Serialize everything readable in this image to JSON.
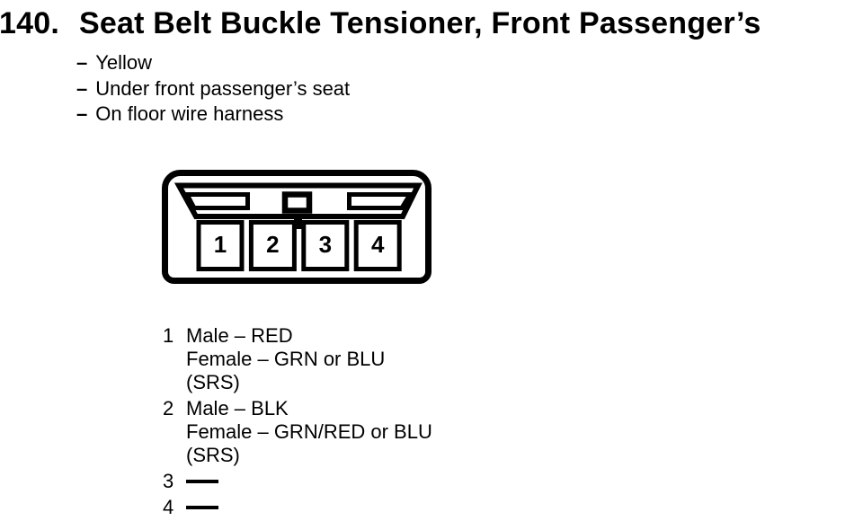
{
  "page": {
    "background": "#ffffff",
    "ink": "#000000"
  },
  "title": {
    "number": "140.",
    "text": "Seat Belt Buckle Tensioner, Front Passenger’s"
  },
  "bullet_dash": "–",
  "bullets": [
    "Yellow",
    "Under front passenger’s seat",
    "On floor wire harness"
  ],
  "connector": {
    "description": "4-pin connector, front view",
    "pins": [
      "1",
      "2",
      "3",
      "4"
    ]
  },
  "legend": {
    "entries": [
      {
        "pin": "1",
        "lines": [
          "Male – RED",
          "Female – GRN or BLU",
          "(SRS)"
        ]
      },
      {
        "pin": "2",
        "lines": [
          "Male – BLK",
          "Female – GRN/RED or BLU",
          "(SRS)"
        ]
      },
      {
        "pin": "3",
        "lines": [
          "—"
        ],
        "no_wire": true
      },
      {
        "pin": "4",
        "lines": [
          "—"
        ],
        "no_wire": true
      }
    ]
  }
}
